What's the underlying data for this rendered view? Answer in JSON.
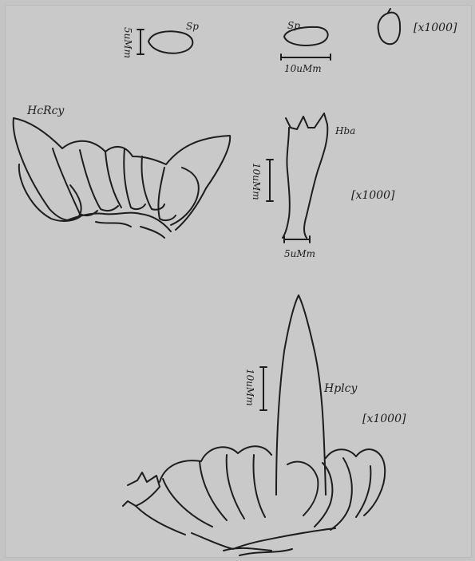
{
  "labels": {
    "spore_label_1": "Sp",
    "spore_label_2": "Sp.",
    "scale_5um_top": "5uMm",
    "scale_10um_top": "10uMm",
    "magnification_top": "[x1000]",
    "hcrcy": "HcRcy",
    "hba": "Hba",
    "scale_10um_mid": "10uMm",
    "magnification_mid": "[x1000]",
    "scale_5um_mid": "5uMm",
    "scale_10um_bottom": "10uMm",
    "hplcy": "Hplcy",
    "magnification_bottom": "[x1000]"
  },
  "colors": {
    "paper": "#c9c9c9",
    "ink": "#1d1d1d"
  }
}
